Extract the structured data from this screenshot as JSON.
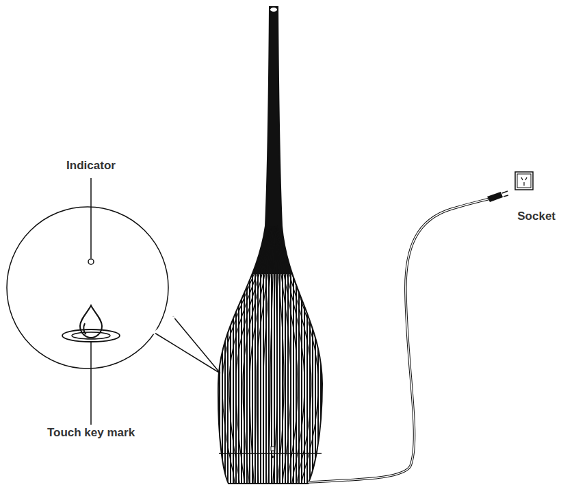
{
  "diagram": {
    "labels": [
      "Indicator",
      "Touch key mark",
      "Socket"
    ]
  }
}
